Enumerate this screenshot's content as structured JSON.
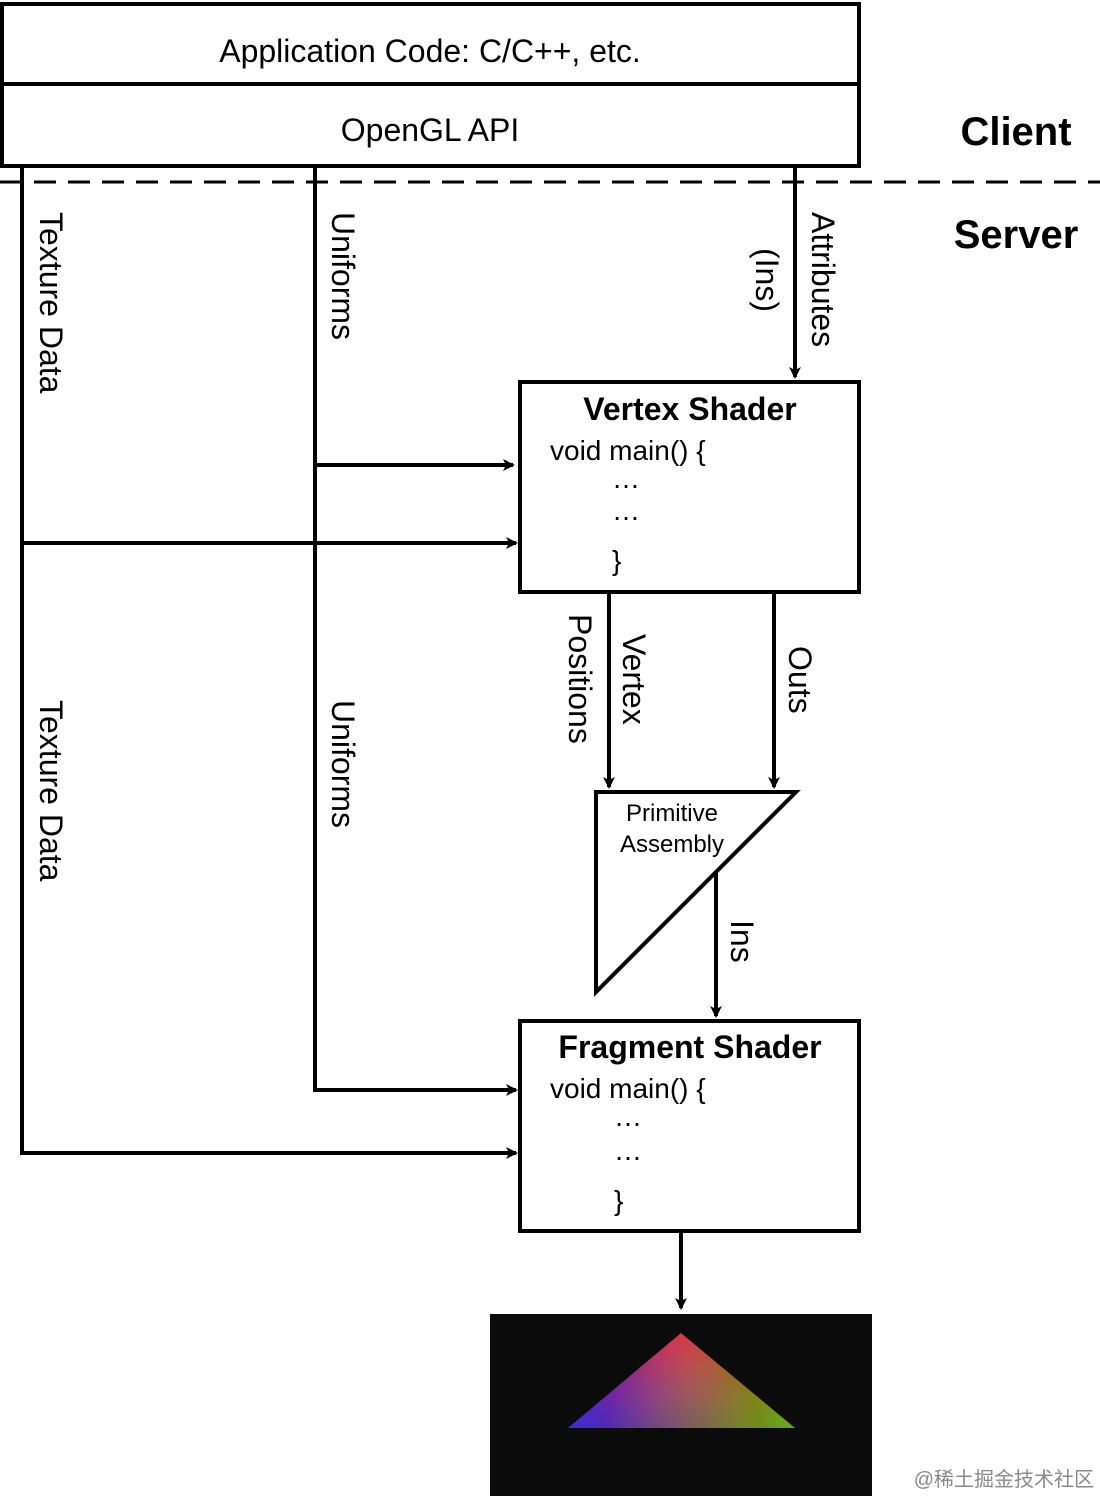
{
  "client_box": {
    "app_code_label": "Application Code: C/C++, etc.",
    "api_label": "OpenGL API"
  },
  "zones": {
    "client": "Client",
    "server": "Server"
  },
  "flow_labels": {
    "texture_data_top": "Texture Data",
    "texture_data_bottom": "Texture Data",
    "uniforms_top": "Uniforms",
    "uniforms_bottom": "Uniforms",
    "attributes": "Attributes",
    "attributes_ins": "(Ins)",
    "vertex": "Vertex",
    "positions": "Positions",
    "outs": "Outs",
    "ins": "Ins"
  },
  "vertex_shader": {
    "title": "Vertex Shader",
    "code_line1": "void main() {",
    "code_line2": "…",
    "code_line3": "…",
    "code_line4": "}"
  },
  "primitive_assembly": {
    "line1": "Primitive",
    "line2": "Assembly"
  },
  "fragment_shader": {
    "title": "Fragment Shader",
    "code_line1": "void main() {",
    "code_line2": "…",
    "code_line3": "…",
    "code_line4": "}"
  },
  "output_colors": {
    "top": "#d60a12",
    "left": "#1a2ee0",
    "right": "#4fae1a",
    "background": "#0b0b0b"
  },
  "watermark": "@稀土掘金技术社区"
}
